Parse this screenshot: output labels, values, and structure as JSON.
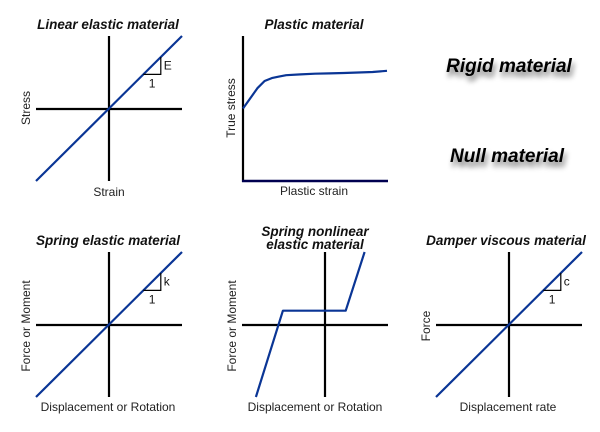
{
  "colors": {
    "curve": "#0a3595",
    "axis": "#000000",
    "plastic_x_axis": "#000050",
    "text": "#111111"
  },
  "panels": {
    "linear_elastic": {
      "title": "Linear elastic material",
      "xlabel": "Strain",
      "ylabel": "Stress",
      "slope_label": "E",
      "run_label": "1"
    },
    "plastic": {
      "title": "Plastic material",
      "xlabel": "Plastic strain",
      "ylabel": "True stress"
    },
    "rigid": {
      "label": "Rigid material"
    },
    "null": {
      "label": "Null material"
    },
    "spring_elastic": {
      "title": "Spring elastic material",
      "xlabel": "Displacement or Rotation",
      "ylabel": "Force or Moment",
      "slope_label": "k",
      "run_label": "1"
    },
    "spring_nonlinear": {
      "title_line1": "Spring nonlinear",
      "title_line2": "elastic material",
      "xlabel": "Displacement or Rotation",
      "ylabel": "Force or Moment"
    },
    "damper_viscous": {
      "title": "Damper viscous material",
      "xlabel": "Displacement rate",
      "ylabel": "Force",
      "slope_label": "c",
      "run_label": "1"
    }
  },
  "chart_data": [
    {
      "type": "line",
      "name": "linear_elastic",
      "title": "Linear elastic material",
      "xlabel": "Strain",
      "ylabel": "Stress",
      "axes": "centered",
      "xlim": [
        -1,
        1
      ],
      "ylim": [
        -1,
        1
      ],
      "x": [
        -1,
        1
      ],
      "y": [
        -1,
        1
      ],
      "slope_triangle": {
        "rise_label": "E",
        "run_label": "1",
        "at_x": [
          0.47,
          0.71
        ]
      }
    },
    {
      "type": "line",
      "name": "plastic",
      "title": "Plastic material",
      "xlabel": "Plastic strain",
      "ylabel": "True stress",
      "axes": "origin-bottom-left",
      "xlim": [
        0,
        1
      ],
      "ylim": [
        0,
        1
      ],
      "x": [
        0,
        0.05,
        0.1,
        0.15,
        0.2,
        0.25,
        0.3,
        0.4,
        0.5,
        0.6,
        0.7,
        0.8,
        0.9,
        1.0
      ],
      "y": [
        0.5,
        0.57,
        0.64,
        0.69,
        0.71,
        0.72,
        0.73,
        0.735,
        0.74,
        0.742,
        0.745,
        0.748,
        0.752,
        0.76
      ]
    },
    {
      "type": "line",
      "name": "spring_elastic",
      "title": "Spring elastic material",
      "xlabel": "Displacement or Rotation",
      "ylabel": "Force or Moment",
      "axes": "centered",
      "xlim": [
        -1,
        1
      ],
      "ylim": [
        -1,
        1
      ],
      "x": [
        -1,
        1
      ],
      "y": [
        -1,
        1
      ],
      "slope_triangle": {
        "rise_label": "k",
        "run_label": "1",
        "at_x": [
          0.47,
          0.71
        ]
      }
    },
    {
      "type": "line",
      "name": "spring_nonlinear",
      "title": "Spring nonlinear elastic material",
      "xlabel": "Displacement or Rotation",
      "ylabel": "Force or Moment",
      "axes": "centered",
      "xlim": [
        -1,
        1
      ],
      "ylim": [
        -1,
        1
      ],
      "x": [
        -0.81,
        -0.44,
        0.42,
        0.68
      ],
      "y": [
        -1,
        0.19,
        0.19,
        1
      ]
    },
    {
      "type": "line",
      "name": "damper_viscous",
      "title": "Damper viscous material",
      "xlabel": "Displacement rate",
      "ylabel": "Force",
      "axes": "centered",
      "xlim": [
        -1,
        1
      ],
      "ylim": [
        -1,
        1
      ],
      "x": [
        -1,
        1
      ],
      "y": [
        -1,
        1
      ],
      "slope_triangle": {
        "rise_label": "c",
        "run_label": "1",
        "at_x": [
          0.47,
          0.71
        ]
      }
    }
  ]
}
